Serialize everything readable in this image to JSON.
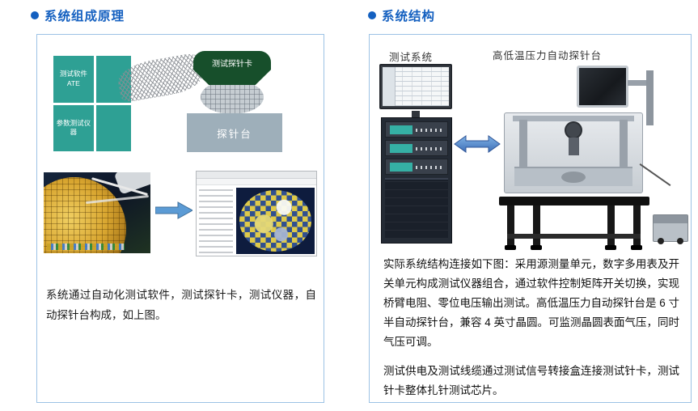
{
  "colors": {
    "accent_blue": "#1460C0",
    "box_border": "#9CC2E5",
    "teal_block": "#2EA094",
    "probe_card_green": "#174F2B",
    "prober_gray": "#9EAFBA",
    "arrow_blue": "#5B9BD5"
  },
  "left_section": {
    "title": "系统组成原理",
    "diagram": {
      "ate_label": "测试软件ATE",
      "param_label": "参数测试仪器",
      "probe_card_label": "测试探针卡",
      "prober_label": "探针台"
    },
    "caption": "系统通过自动化测试软件，测试探针卡，测试仪器，自动探针台构成，如上图。"
  },
  "right_section": {
    "title": "系统结构",
    "labels": {
      "test_system": "测试系统",
      "probe_station": "高低温压力自动探针台"
    },
    "paragraph1": "实际系统结构连接如下图：采用源测量单元，数字多用表及开关单元构成测试仪器组合，通过软件控制矩阵开关切换，实现桥臂电阻、零位电压输出测试。高低温压力自动探针台是 6 寸半自动探针台，兼容 4 英寸晶圆。可监测晶圆表面气压，同时气压可调。",
    "paragraph2": "测试供电及测试线缆通过测试信号转接盒连接测试针卡，测试针卡整体扎针测试芯片。"
  }
}
